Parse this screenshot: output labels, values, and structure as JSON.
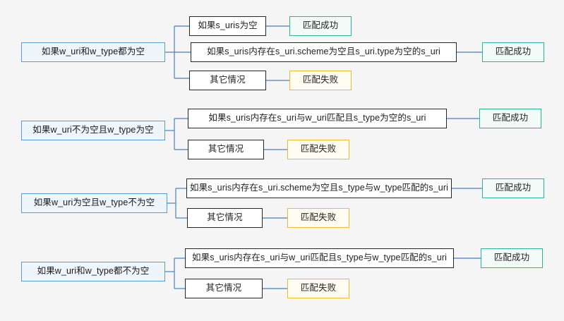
{
  "diagram": {
    "type": "flowchart",
    "background_color": "#f5f5f5",
    "colors": {
      "root_border": "#5b9bd5",
      "root_fill": "#eef5fb",
      "condition_border": "#262626",
      "condition_fill": "#ffffff",
      "success_border": "#2bb2a0",
      "success_fill": "#f2fbf8",
      "fail_border": "#eebb2b",
      "fail_fill": "#fffdf2",
      "link": "#4a7ebb"
    },
    "groups": [
      {
        "root": "如果w_uri和w_type都为空",
        "branches": [
          {
            "condition": "如果s_uris为空",
            "result": "匹配成功",
            "result_type": "success"
          },
          {
            "condition": "如果s_uris内存在s_uri.scheme为空且s_uri.type为空的s_uri",
            "result": "匹配成功",
            "result_type": "success"
          },
          {
            "condition": "其它情况",
            "result": "匹配失败",
            "result_type": "fail"
          }
        ]
      },
      {
        "root": "如果w_uri不为空且w_type为空",
        "branches": [
          {
            "condition": "如果s_uris内存在s_uri与w_uri匹配且s_type为空的s_uri",
            "result": "匹配成功",
            "result_type": "success"
          },
          {
            "condition": "其它情况",
            "result": "匹配失败",
            "result_type": "fail"
          }
        ]
      },
      {
        "root": "如果w_uri为空且w_type不为空",
        "branches": [
          {
            "condition": "如果s_uris内存在s_uri.scheme为空且s_type与w_type匹配的s_uri",
            "result": "匹配成功",
            "result_type": "success"
          },
          {
            "condition": "其它情况",
            "result": "匹配失败",
            "result_type": "fail"
          }
        ]
      },
      {
        "root": "如果w_uri和w_type都不为空",
        "branches": [
          {
            "condition": "如果s_uris内存在s_uri与w_uri匹配且s_type与w_type匹配的s_uri",
            "result": "匹配成功",
            "result_type": "success"
          },
          {
            "condition": "其它情况",
            "result": "匹配失败",
            "result_type": "fail"
          }
        ]
      }
    ]
  }
}
